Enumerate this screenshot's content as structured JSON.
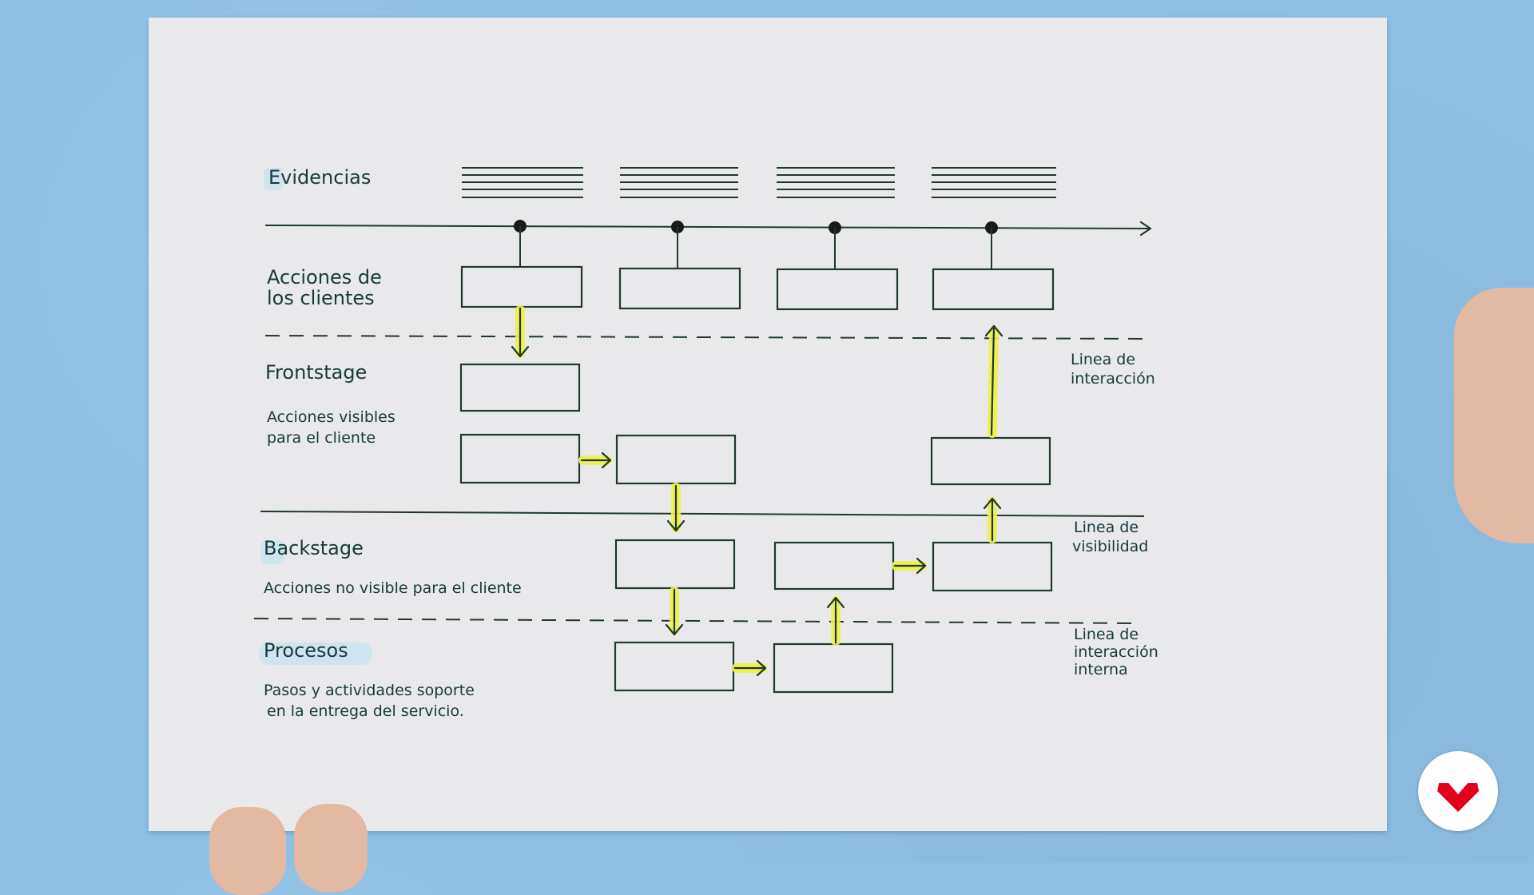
{
  "labels": {
    "evidencias": "Evidencias",
    "acciones_clientes_1": "Acciones de",
    "acciones_clientes_2": "los clientes",
    "frontstage": "Frontstage",
    "frontstage_desc_1": "Acciones visibles",
    "frontstage_desc_2": "para el cliente",
    "backstage": "Backstage",
    "backstage_desc": "Acciones no visible para el cliente",
    "procesos": "Procesos",
    "procesos_desc_1": "Pasos y actividades soporte",
    "procesos_desc_2": "en la entrega del servicio."
  },
  "lines": {
    "interaccion_1": "Linea de",
    "interaccion_2": "interacción",
    "visibilidad_1": "Linea de",
    "visibilidad_2": "visibilidad",
    "interna_1": "Linea de",
    "interna_2": "interacción",
    "interna_3": "interna"
  },
  "colors": {
    "ink": "#1e3a2a",
    "highlighter": "#f0f04a",
    "background": "#8ec0e4",
    "paper": "#e9e9ec",
    "logo_red": "#e3001b"
  },
  "icons": {
    "logo": "brand-logo-icon"
  }
}
